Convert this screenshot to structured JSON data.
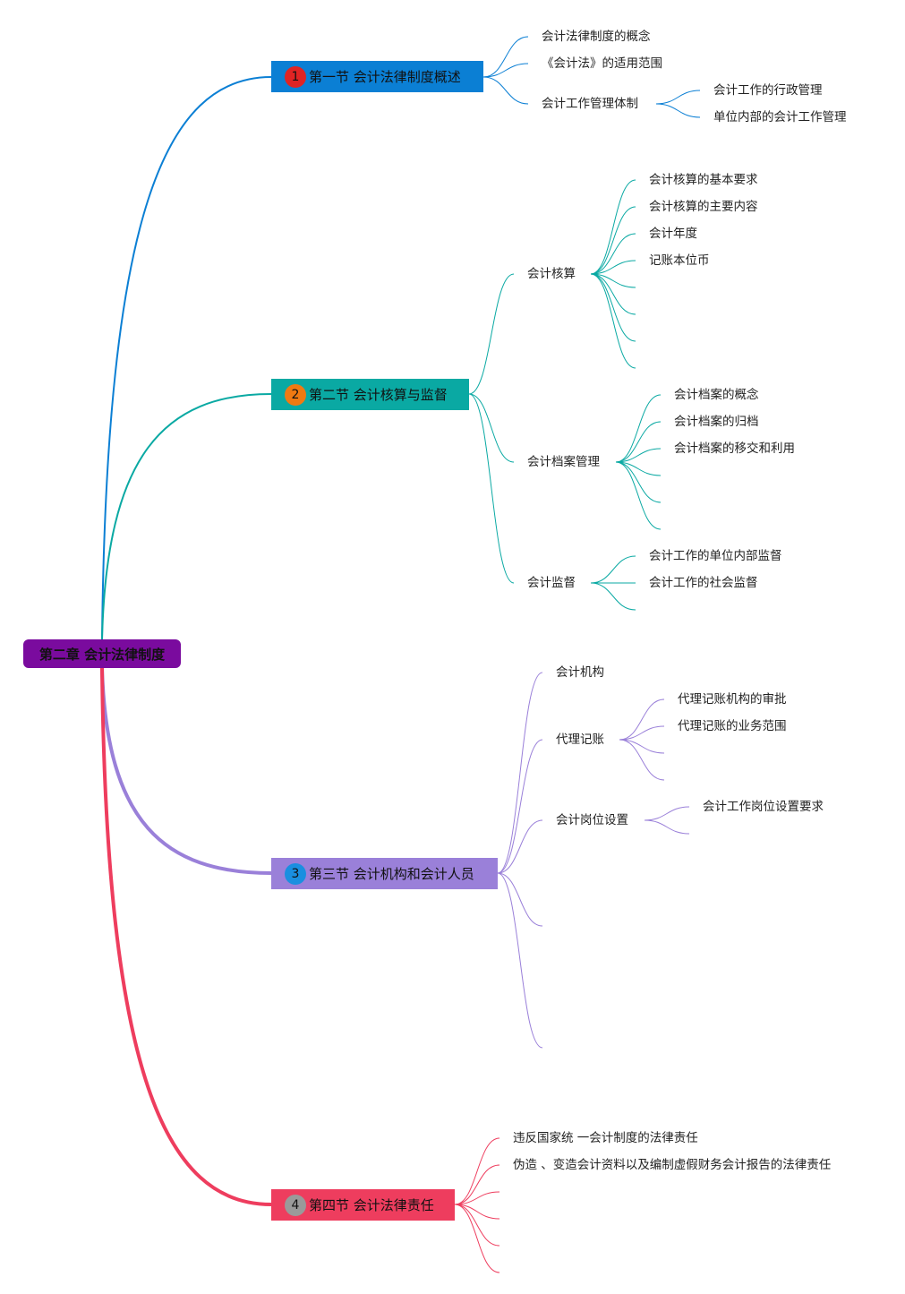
{
  "root": {
    "label": "第二章 会计法律制度",
    "color": "#7a0b9e"
  },
  "sections": [
    {
      "badge": "1",
      "badge_color": "#e02424",
      "label": "第一节 会计法律制度概述",
      "color": "#0b7fd4",
      "children": [
        {
          "label": "会计法律制度的概念"
        },
        {
          "label": "《会计法》的适用范围"
        },
        {
          "label": "会计工作管理体制",
          "children": [
            "会计工作的行政管理",
            "单位内部的会计工作管理"
          ]
        }
      ]
    },
    {
      "badge": "2",
      "badge_color": "#f07a12",
      "label": "第二节 会计核算与监督",
      "color": "#0aa9a3",
      "children": [
        {
          "label": "会计核算",
          "children": [
            "会计核算的基本要求",
            "会计核算的主要内容",
            "会计年度",
            "记账本位币",
            "",
            "",
            "",
            ""
          ]
        },
        {
          "label": "会计档案管理",
          "children": [
            "会计档案的概念",
            "会计档案的归档",
            "会计档案的移交和利用",
            "",
            "",
            ""
          ]
        },
        {
          "label": "会计监督",
          "children": [
            "会计工作的单位内部监督",
            "会计工作的社会监督",
            ""
          ]
        }
      ]
    },
    {
      "badge": "3",
      "badge_color": "#1a8fe0",
      "label": "第三节 会计机构和会计人员",
      "color": "#9a80d9",
      "children": [
        {
          "label": "会计机构"
        },
        {
          "label": "代理记账",
          "children": [
            "代理记账机构的审批",
            "代理记账的业务范围",
            ""
          ]
        },
        {
          "label": "会计岗位设置",
          "children": [
            "会计工作岗位设置要求",
            ""
          ]
        },
        {
          "label": ""
        },
        {
          "label": ""
        }
      ]
    },
    {
      "badge": "4",
      "badge_color": "#9a9a9a",
      "label": "第四节 会计法律责任",
      "color": "#ee3d5e",
      "children": [
        {
          "label": "违反国家统 一会计制度的法律责任"
        },
        {
          "label": "伪造 、变造会计资料以及编制虚假财务会计报告的法律责任"
        },
        {
          "label": ""
        },
        {
          "label": ""
        },
        {
          "label": ""
        }
      ]
    }
  ]
}
